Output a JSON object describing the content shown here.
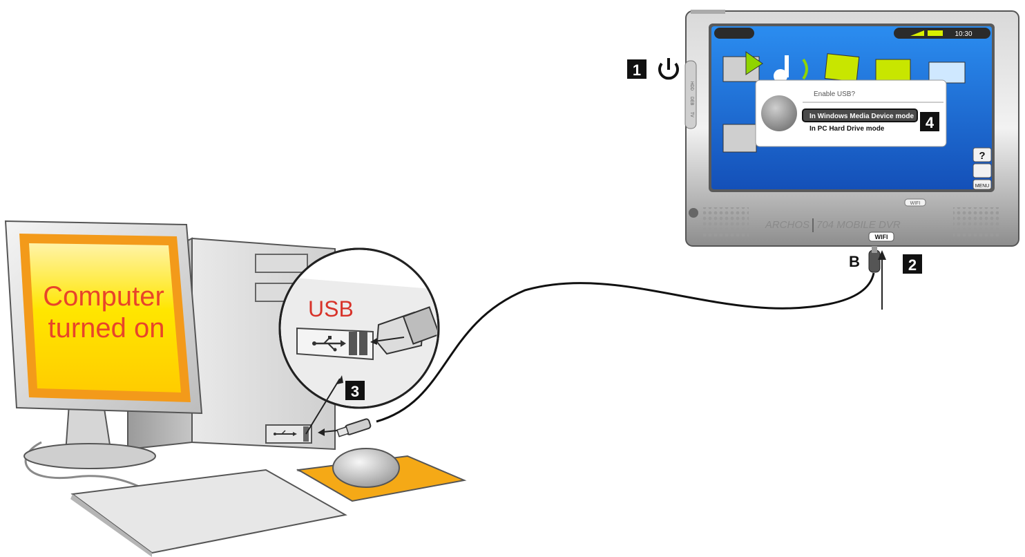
{
  "computer": {
    "screen_line1": "Computer",
    "screen_line2": "turned on",
    "usb_label": "USB",
    "usb_symbol": "usb-symbol-icon"
  },
  "steps": {
    "s1": "1",
    "s2": "2",
    "s3": "3",
    "s4": "4"
  },
  "device": {
    "brand": "ARCHOS",
    "model": "704 MOBILE DVR",
    "wifi_top": "WIFI",
    "wifi_bottom": "WIFI",
    "clock": "10:30",
    "side_labels": [
      "HDD",
      "DEB",
      "TV"
    ],
    "menu_label": "MENU",
    "help_glyph": "?",
    "connector_glyph": "B",
    "dialog": {
      "title": "Enable USB?",
      "option1": "In Windows Media Device mode",
      "option2": "In PC Hard Drive mode"
    }
  },
  "colors": {
    "screen_blue": "#1d67d6",
    "computer_screen_orange": "#f39a1a",
    "computer_screen_yellow": "#ffe600",
    "label_red": "#e8442a",
    "dialog_highlight": "#4a4a4a",
    "mousepad": "#f5a916"
  }
}
